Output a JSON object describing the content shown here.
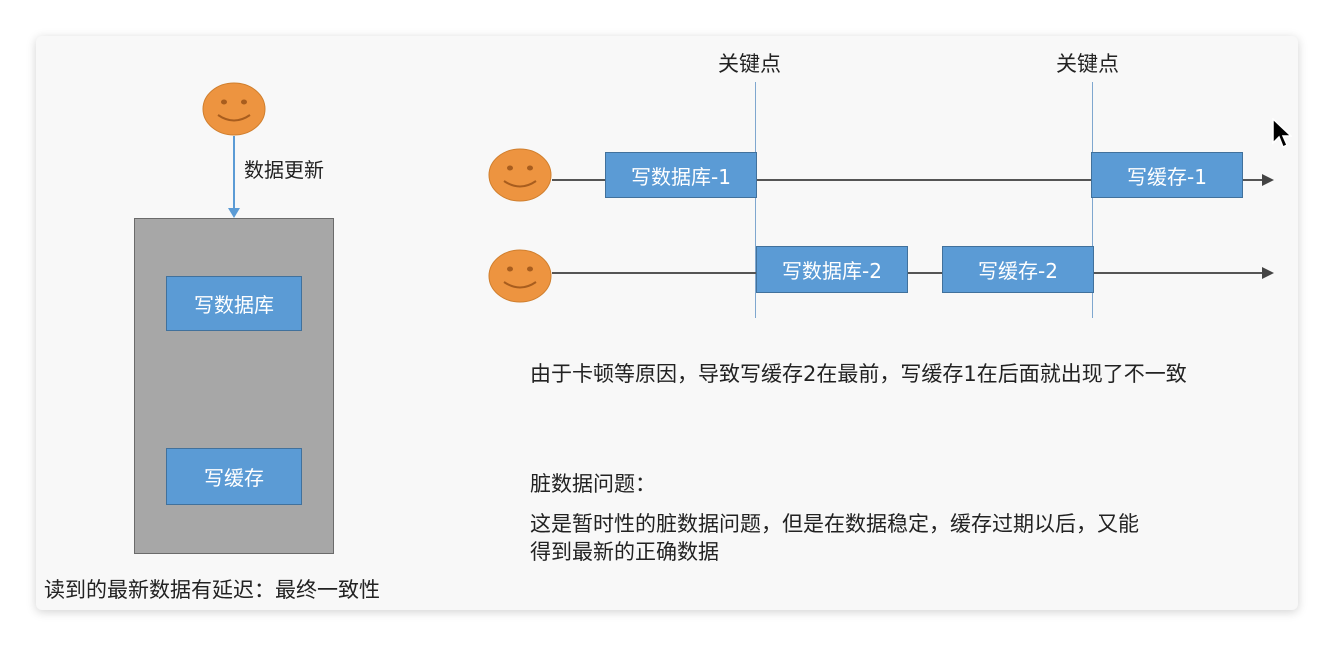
{
  "left_panel": {
    "update_label": "数据更新",
    "box_write_db": "写数据库",
    "box_write_cache": "写缓存",
    "caption": "读到的最新数据有延迟：最终一致性"
  },
  "timeline": {
    "key_point_label_1": "关键点",
    "key_point_label_2": "关键点",
    "row1": {
      "write_db": "写数据库-1",
      "write_cache": "写缓存-1"
    },
    "row2": {
      "write_db": "写数据库-2",
      "write_cache": "写缓存-2"
    }
  },
  "notes": {
    "explanation": "由于卡顿等原因，导致写缓存2在最前，写缓存1在后面就出现了不一致",
    "dirty_title": "脏数据问题：",
    "dirty_line1": "这是暂时性的脏数据问题，但是在数据稳定，缓存过期以后，又能",
    "dirty_line2": "得到最新的正确数据"
  },
  "colors": {
    "face": "#ed9440",
    "box_blue": "#5b9bd5",
    "box_gray": "#a7a7a7"
  },
  "icons": [
    "smiley-face-icon",
    "mouse-cursor-icon"
  ]
}
